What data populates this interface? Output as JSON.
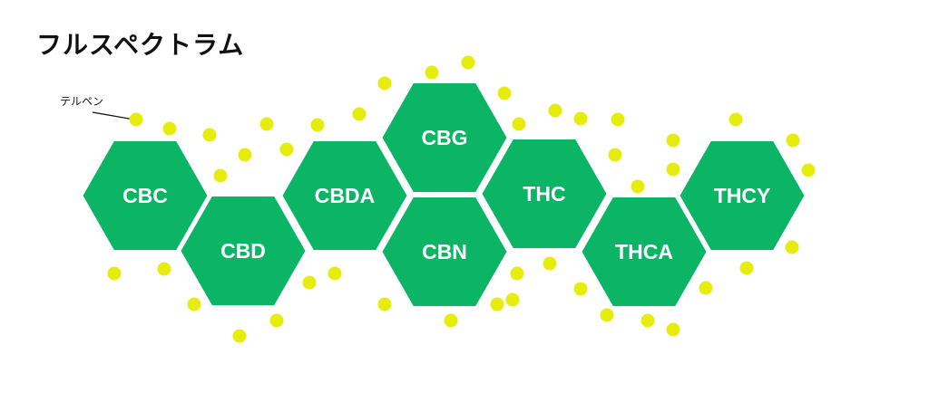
{
  "title": "フルスペクトラム",
  "terpene_label": "テルペン",
  "colors": {
    "hexagon": "#0cb565",
    "terpene_dot": "#e6ec0c",
    "text_dark": "#111111",
    "hex_text": "#ffffff"
  },
  "cannabinoids": [
    {
      "id": "cbc",
      "label": "CBC"
    },
    {
      "id": "cbd",
      "label": "CBD"
    },
    {
      "id": "cbda",
      "label": "CBDA"
    },
    {
      "id": "cbg",
      "label": "CBG"
    },
    {
      "id": "cbn",
      "label": "CBN"
    },
    {
      "id": "thc",
      "label": "THC"
    },
    {
      "id": "thca",
      "label": "THCA"
    },
    {
      "id": "thcy",
      "label": "THCY"
    }
  ]
}
